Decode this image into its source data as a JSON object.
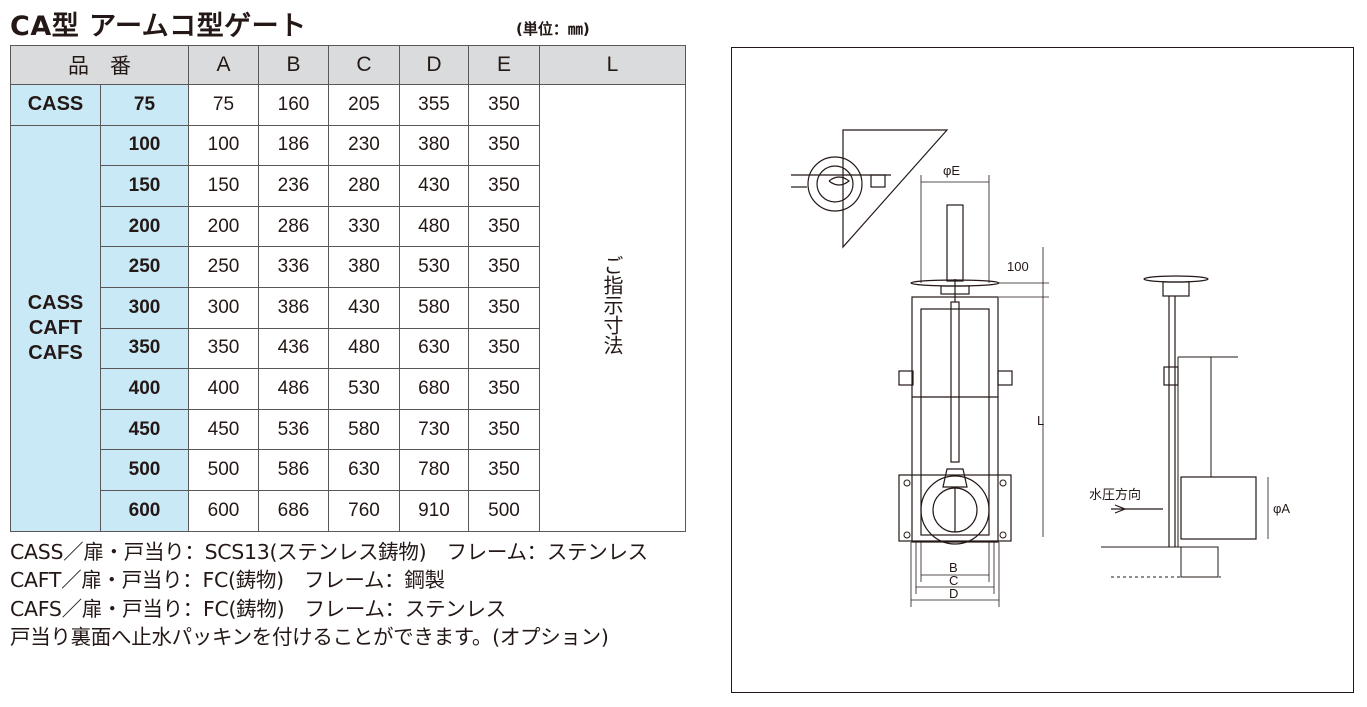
{
  "title": "CA型 アームコ型ゲート",
  "unit": "(単位：㎜)",
  "table": {
    "headers": [
      "品　番",
      "A",
      "B",
      "C",
      "D",
      "E",
      "L"
    ],
    "series_1": "CASS",
    "series_2_lines": [
      "CASS",
      "CAFT",
      "CAFS"
    ],
    "l_note": "ご指示寸法",
    "rows": [
      {
        "size": "75",
        "A": "75",
        "B": "160",
        "C": "205",
        "D": "355",
        "E": "350"
      },
      {
        "size": "100",
        "A": "100",
        "B": "186",
        "C": "230",
        "D": "380",
        "E": "350"
      },
      {
        "size": "150",
        "A": "150",
        "B": "236",
        "C": "280",
        "D": "430",
        "E": "350"
      },
      {
        "size": "200",
        "A": "200",
        "B": "286",
        "C": "330",
        "D": "480",
        "E": "350"
      },
      {
        "size": "250",
        "A": "250",
        "B": "336",
        "C": "380",
        "D": "530",
        "E": "350"
      },
      {
        "size": "300",
        "A": "300",
        "B": "386",
        "C": "430",
        "D": "580",
        "E": "350"
      },
      {
        "size": "350",
        "A": "350",
        "B": "436",
        "C": "480",
        "D": "630",
        "E": "350"
      },
      {
        "size": "400",
        "A": "400",
        "B": "486",
        "C": "530",
        "D": "680",
        "E": "350"
      },
      {
        "size": "450",
        "A": "450",
        "B": "536",
        "C": "580",
        "D": "730",
        "E": "350"
      },
      {
        "size": "500",
        "A": "500",
        "B": "586",
        "C": "630",
        "D": "780",
        "E": "350"
      },
      {
        "size": "600",
        "A": "600",
        "B": "686",
        "C": "760",
        "D": "910",
        "E": "500"
      }
    ]
  },
  "notes": [
    "CASS／扉・戸当り：SCS13(ステンレス鋳物)　フレーム：ステンレス",
    "CAFT／扉・戸当り：FC(鋳物)　フレーム：鋼製",
    "CAFS／扉・戸当り：FC(鋳物)　フレーム：ステンレス",
    "戸当り裏面へ止水パッキンを付けることができます。(オプション)"
  ],
  "drawing": {
    "phi_e": "φE",
    "dim_100": "100",
    "dim_l": "L",
    "dim_b": "B",
    "dim_c": "C",
    "dim_d": "D",
    "water_pressure": "水圧方向",
    "phi_a": "φA"
  }
}
